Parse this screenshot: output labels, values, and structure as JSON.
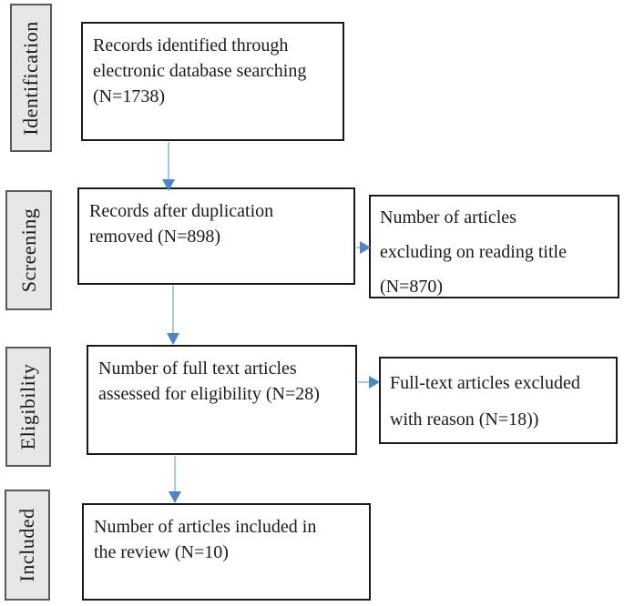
{
  "diagram": {
    "type": "prisma-flow-diagram",
    "stage_labels": [
      {
        "label": "Identification"
      },
      {
        "label": "Screening"
      },
      {
        "label": "Eligibility"
      },
      {
        "label": "Included"
      }
    ],
    "boxes": {
      "identified": {
        "lines": [
          "Records identified through",
          "electronic database searching",
          "(N=1738)"
        ],
        "n": 1738
      },
      "deduplicated": {
        "lines": [
          "Records after duplication",
          "removed (N=898)"
        ],
        "n": 898
      },
      "title_excluded": {
        "lines": [
          "Number of articles",
          "excluding on reading title",
          "(N=870)"
        ],
        "n": 870
      },
      "fulltext_assessed": {
        "lines": [
          "Number of full text articles",
          "assessed for eligibility (N=28)"
        ],
        "n": 28
      },
      "fulltext_excluded": {
        "lines": [
          "Full-text articles excluded",
          "with reason (N=18))"
        ],
        "n": 18
      },
      "included": {
        "lines": [
          "Number of articles included in",
          "the review (N=10)"
        ],
        "n": 10
      }
    },
    "colors": {
      "arrow_line": "#a5c8ec",
      "arrow_head": "#4a86c8",
      "stage_label_bg": "#e7e7e7",
      "stage_label_border": "#595959",
      "box_border": "#1a1a1a",
      "text": "#1a1a1a",
      "background": "#ffffff"
    }
  }
}
